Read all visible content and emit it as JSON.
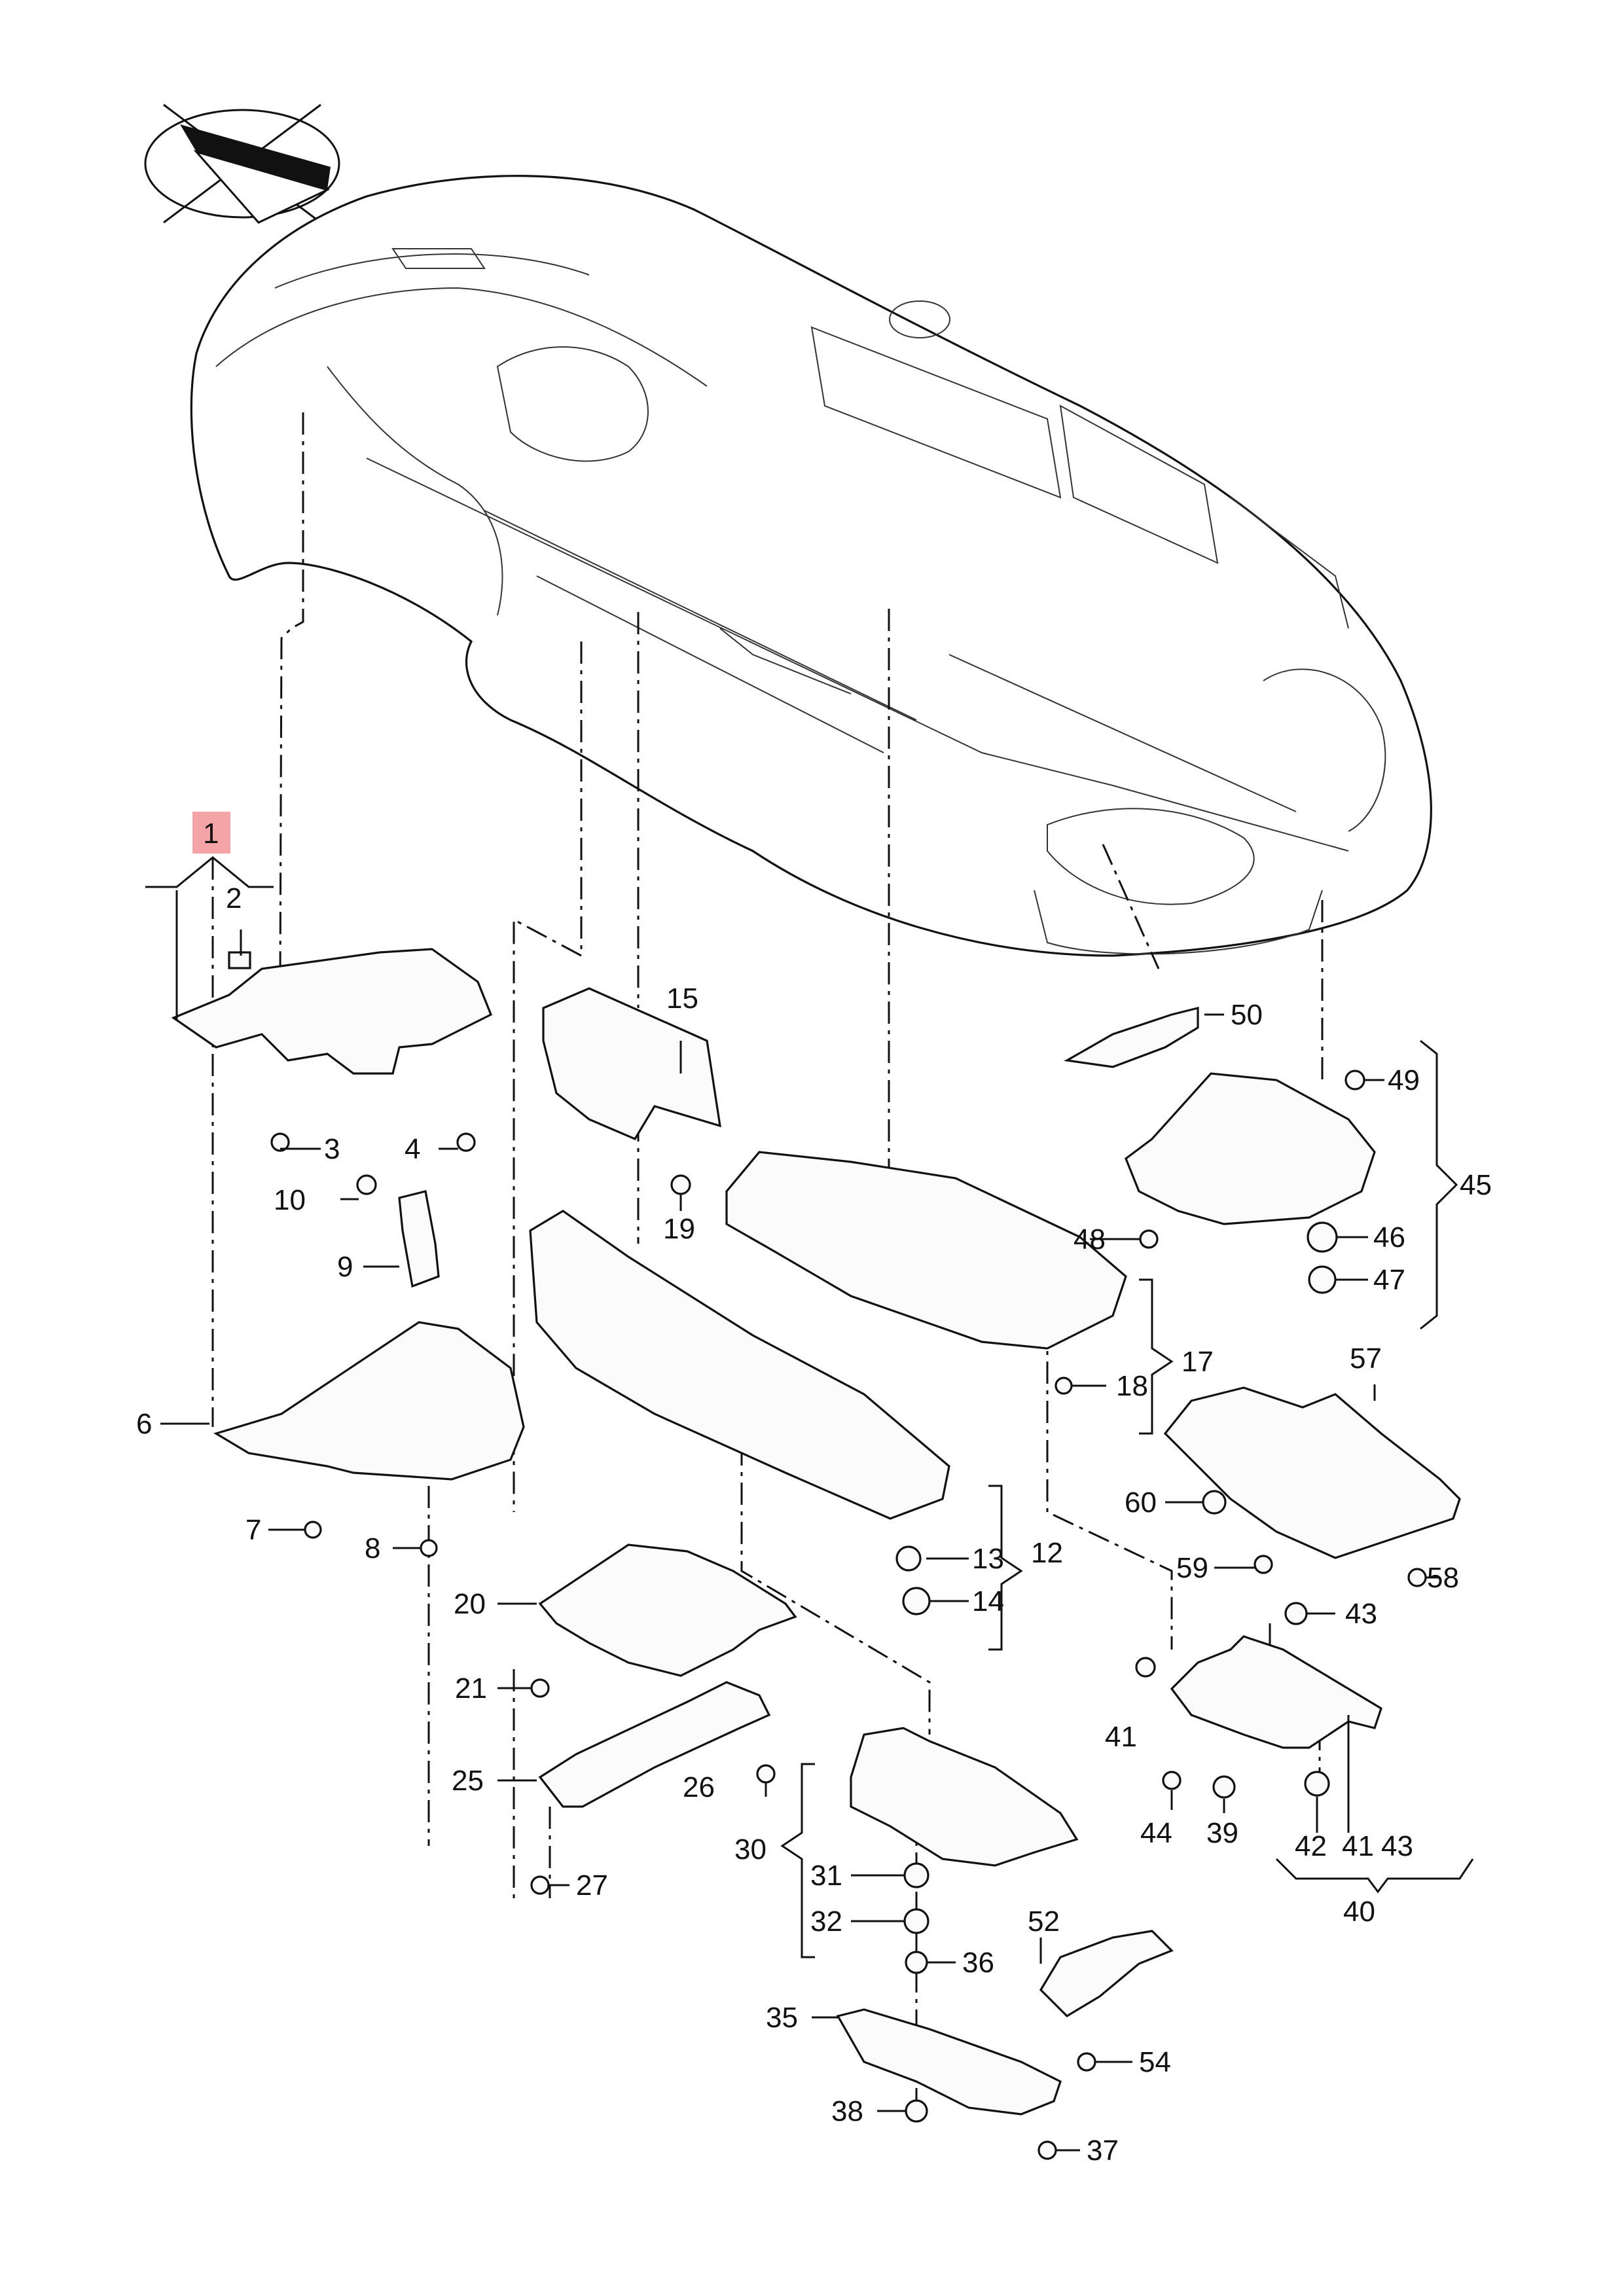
{
  "diagram": {
    "highlight_color": "#f4a3a7",
    "highlighted_label": "1",
    "labels": {
      "p1": "1",
      "p2": "2",
      "p3": "3",
      "p4": "4",
      "p6": "6",
      "p7": "7",
      "p8": "8",
      "p9": "9",
      "p10": "10",
      "p12": "12",
      "p13": "13",
      "p14": "14",
      "p15": "15",
      "p17": "17",
      "p18": "18",
      "p19": "19",
      "p20": "20",
      "p21": "21",
      "p25": "25",
      "p26": "26",
      "p27": "27",
      "p30": "30",
      "p31": "31",
      "p32": "32",
      "p35": "35",
      "p36": "36",
      "p37": "37",
      "p38": "38",
      "p39": "39",
      "p40": "40",
      "p41a": "41",
      "p41b": "41",
      "p42": "42",
      "p43a": "43",
      "p43b": "43",
      "p44": "44",
      "p45": "45",
      "p46": "46",
      "p47": "47",
      "p48": "48",
      "p49": "49",
      "p50": "50",
      "p52": "52",
      "p54": "54",
      "p57": "57",
      "p58": "58",
      "p59": "59",
      "p60": "60"
    }
  }
}
